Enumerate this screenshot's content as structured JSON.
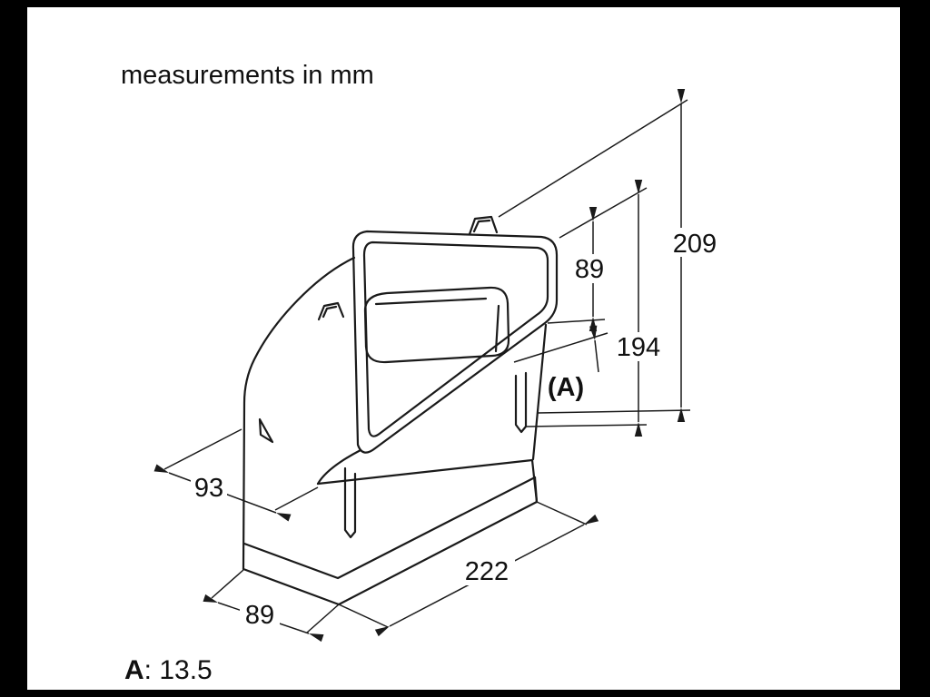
{
  "note": "measurements in mm",
  "colors": {
    "line": "#1a1a1a",
    "frame_bars": "#000000",
    "background": "#ffffff"
  },
  "diagram": {
    "subject": "flat-duct-90-degree-bend-technical-drawing",
    "dims": {
      "total_height": "209",
      "duct_height": "89",
      "rim_height": "194",
      "ref_a": "(A)",
      "side_depth": "93",
      "length": "222",
      "bottom_width": "89"
    },
    "footnote": {
      "label": "A",
      "rest": ": 13.5"
    }
  }
}
